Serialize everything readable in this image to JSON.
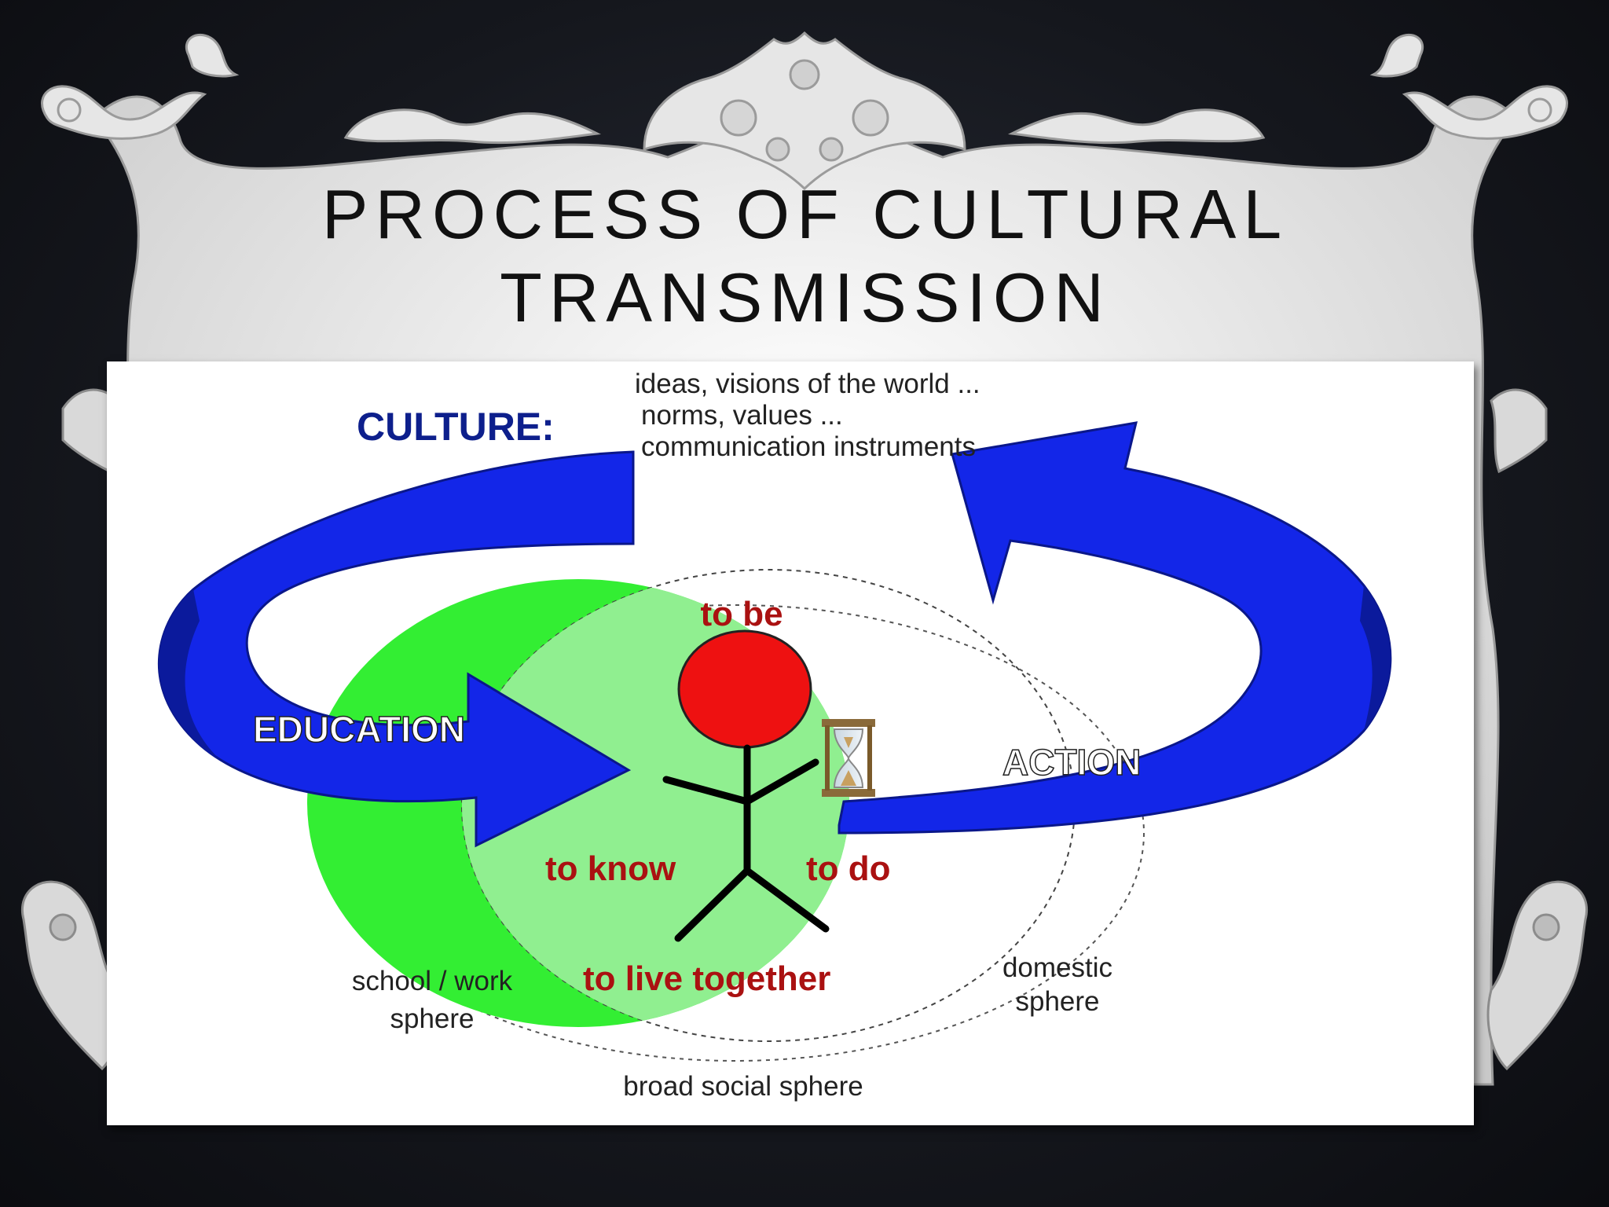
{
  "slide": {
    "title_line1": "PROCESS OF CULTURAL",
    "title_line2": "TRANSMISSION"
  },
  "diagram": {
    "culture_heading": "CULTURE:",
    "culture_items": [
      "ideas, visions of the world ...",
      "norms, values ...",
      "communication instruments"
    ],
    "education_label": "EDUCATION",
    "action_label": "ACTION",
    "to_be": "to be",
    "to_know": "to know",
    "to_do": "to do",
    "to_live_together": "to live together",
    "school_work_line1": "school / work",
    "school_work_line2": "sphere",
    "domestic_line1": "domestic",
    "domestic_line2": "sphere",
    "broad_social": "broad social sphere"
  },
  "colors": {
    "arrow_blue": "#1326e8",
    "arrow_dark": "#0b1a9c",
    "green_outer": "#33ee33",
    "green_inner": "#8ff08f",
    "head_red": "#ee1111",
    "phrase_red": "#aa1111",
    "culture_navy": "#0d1f8c"
  },
  "icons": {
    "hourglass": "hourglass-icon",
    "ornaments": "baroque-ornament"
  }
}
